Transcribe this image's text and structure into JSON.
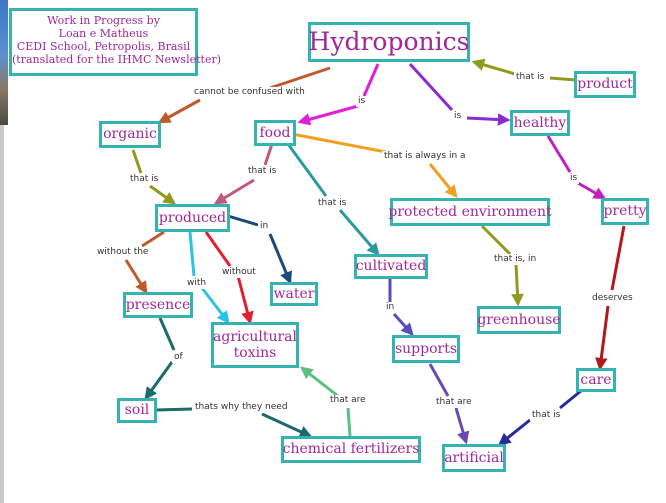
{
  "credits": {
    "line1": "Work in Progress by",
    "line2": "Loan e Matheus",
    "line3": "CEDI School, Petropolis, Brasil",
    "line4": "(translated for the IHMC Newsletter)"
  },
  "concepts": {
    "hydroponics": "Hydroponics",
    "product": "product",
    "organic": "organic",
    "food": "food",
    "healthy": "healthy",
    "produced": "produced",
    "protected_environment": "protected environment",
    "pretty": "pretty",
    "water": "water",
    "cultivated": "cultivated",
    "presence": "presence",
    "agricultural_toxins_1": "agricultural",
    "agricultural_toxins_2": "toxins",
    "greenhouse": "greenhouse",
    "supports": "supports",
    "care": "care",
    "soil": "soil",
    "chemical_fertilizers": "chemical fertilizers",
    "artificial": "artificial"
  },
  "links": {
    "cannot_be_confused_with": "cannot be confused with",
    "is_food": "is",
    "is_healthy": "is",
    "that_is_product": "that is",
    "that_is_organic": "that is",
    "that_is_food": "that is",
    "that_is_always_in_a": "that is always in a",
    "is_pretty": "is",
    "in_water": "in",
    "without_the": "without the",
    "with": "with",
    "without": "without",
    "that_is_cultivated": "that is",
    "that_is_in": "that is, in",
    "deserves": "deserves",
    "in_supports": "in",
    "of": "of",
    "that_are_toxins": "that are",
    "thats_why_they_need": "thats why they need",
    "that_are_artificial": "that are",
    "that_is_care": "that is"
  },
  "colors": {
    "node_border": "#35b2b2",
    "node_text": "#a0289a",
    "orange_brown": "#c15a2a",
    "olive": "#8f9a1e",
    "magenta": "#e11fd8",
    "violet": "#8a2bd0",
    "rose": "#c05a78",
    "teal": "#2b9a9a",
    "orange": "#f0a020",
    "navy": "#1c4a7a",
    "sky": "#29c4e4",
    "red": "#e02030",
    "dark_red": "#b01a1a",
    "indigo": "#5a4cc0",
    "dark_teal": "#1c6a6a",
    "green": "#5cc080",
    "blue": "#2a2aa0",
    "purple": "#6a4ab0"
  }
}
